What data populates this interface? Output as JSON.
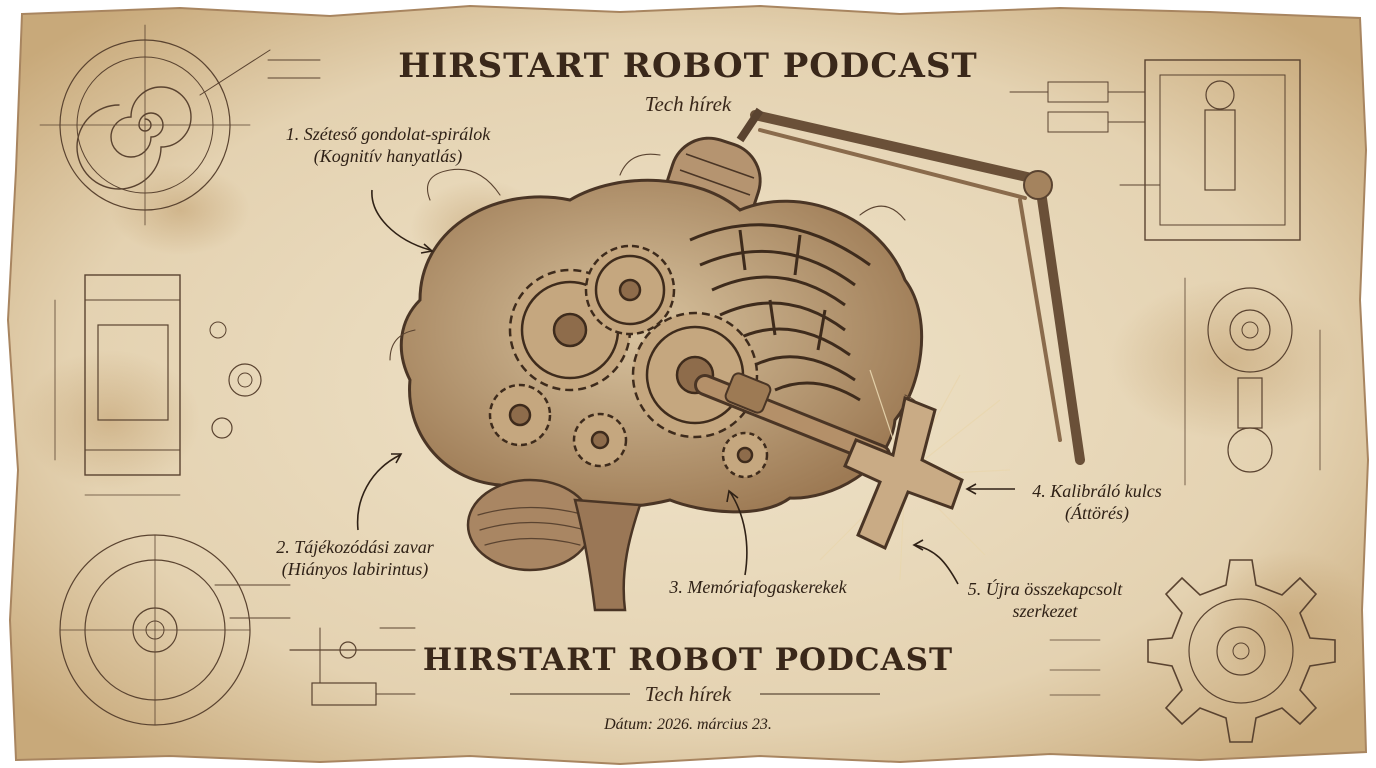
{
  "header": {
    "title": "HIRSTART ROBOT PODCAST",
    "subtitle": "Tech hírek"
  },
  "annotations": [
    {
      "number": "1.",
      "line1": "Széteső gondolat-spirálok",
      "line2": "(Kognitív hanyatlás)"
    },
    {
      "number": "2.",
      "line1": "Tájékozódási zavar",
      "line2": "(Hiányos labirintus)"
    },
    {
      "number": "3.",
      "line1": "Memóriafogaskerekek",
      "line2": ""
    },
    {
      "number": "4.",
      "line1": "Kalibráló kulcs",
      "line2": "(Áttörés)"
    },
    {
      "number": "5.",
      "line1": "Újra összekapcsolt",
      "line2": "szerkezet"
    }
  ],
  "footer": {
    "title": "HIRSTART ROBOT PODCAST",
    "subtitle": "Tech hírek",
    "date": "Dátum: 2026. március 23."
  },
  "colors": {
    "parchment": "#e8d9bd",
    "ink": "#3a281a",
    "stain": "#c9ab7c"
  },
  "illustration": {
    "central": "brain-with-gears-and-maze-icon",
    "microphone": "studio-microphone-icon",
    "key": "calibration-key-icon"
  }
}
